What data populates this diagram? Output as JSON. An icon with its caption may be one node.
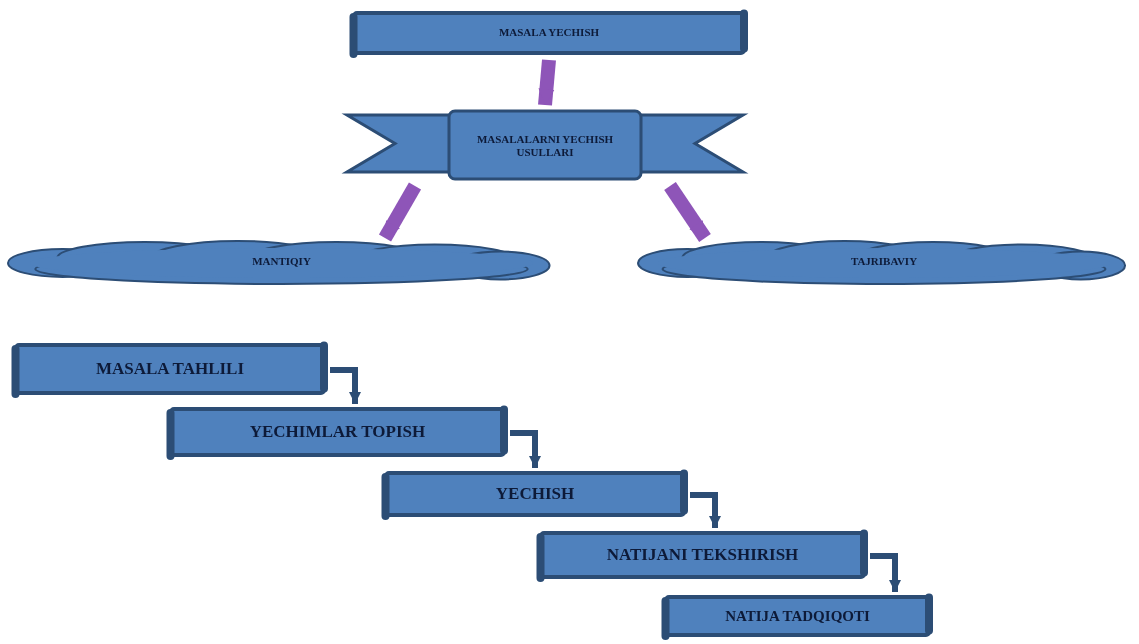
{
  "diagram": {
    "nodes": [
      {
        "text": [
          "MASALA YECHISH"
        ]
      },
      {
        "text": [
          "MASALALARNI YECHISH USULLARI"
        ]
      },
      {
        "text": [
          "MANTIQIY"
        ]
      },
      {
        "text": [
          "TAJRIBAVIY"
        ]
      },
      {
        "text": [
          "MASALA TAHLILI"
        ]
      },
      {
        "text": [
          "YECHIMLAR TOPISH"
        ]
      },
      {
        "text": [
          "YECHISH"
        ]
      },
      {
        "text": [
          "NATIJANI TEKSHIRISH"
        ]
      },
      {
        "text": [
          "NATIJA TADQIQOTI"
        ]
      }
    ],
    "edges": [
      {
        "from": 0,
        "to": 1,
        "arrow": "to",
        "style": "thick",
        "color": "#8e55b8"
      },
      {
        "from": 1,
        "to": 2,
        "arrow": "to",
        "style": "thick",
        "color": "#8e55b8"
      },
      {
        "from": 1,
        "to": 3,
        "arrow": "to",
        "style": "thick",
        "color": "#8e55b8"
      },
      {
        "from": 4,
        "to": 5,
        "arrow": "to"
      },
      {
        "from": 5,
        "to": 6,
        "arrow": "to"
      },
      {
        "from": 6,
        "to": 7,
        "arrow": "to"
      },
      {
        "from": 7,
        "to": 8,
        "arrow": "to"
      }
    ]
  }
}
